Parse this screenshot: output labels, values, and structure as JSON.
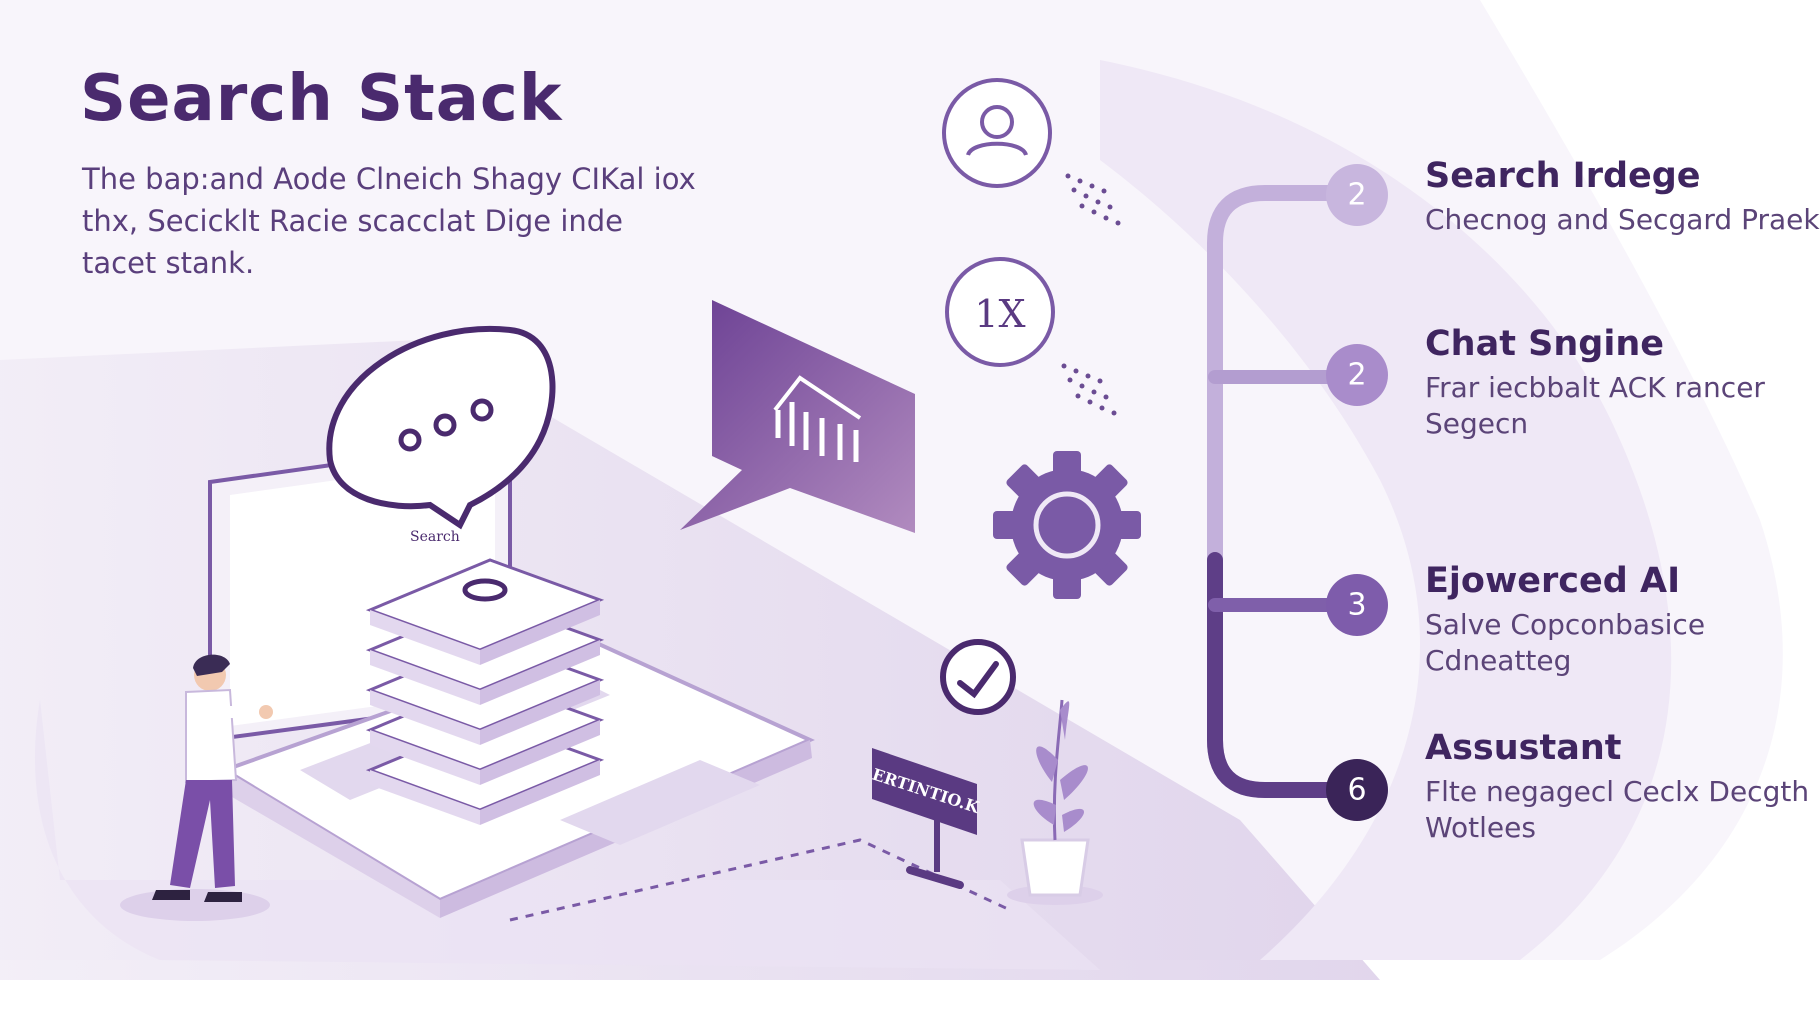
{
  "header": {
    "title": "Search Stack",
    "subtitle": "The bap:and Aode Clneich Shagy CIKal iox thx, Secicklt Racie scacclat Dige inde tacet stank."
  },
  "illustration": {
    "icon_badge_text": "1X",
    "laptop_caption": "Search",
    "sign_text": "ERTINTIO.K"
  },
  "steps": [
    {
      "badge": "2",
      "title": "Search Irdege",
      "desc": "Checnog and Secgard Praeke"
    },
    {
      "badge": "2",
      "title": "Chat Sngine",
      "desc": "Frar iecbbalt ACK rancer Segecn"
    },
    {
      "badge": "3",
      "title": "Ejowerced AI",
      "desc": "Salve Copconbasice Cdneatteg"
    },
    {
      "badge": "6",
      "title": "Assustant",
      "desc": "Flte negagecl Ceclx Decgth Wotlees"
    }
  ],
  "colors": {
    "accent_dark": "#4a2a6e",
    "accent": "#7a5aa6",
    "accent_light": "#b7a2d2",
    "panel_tint": "#ede6f4"
  },
  "icons": [
    "user-icon",
    "ix-badge-icon",
    "gear-icon",
    "check-icon",
    "chat-bubble-icon",
    "chart-card-icon",
    "plant-icon",
    "sign-icon",
    "server-stack-icon",
    "laptop-icon",
    "person-icon"
  ]
}
